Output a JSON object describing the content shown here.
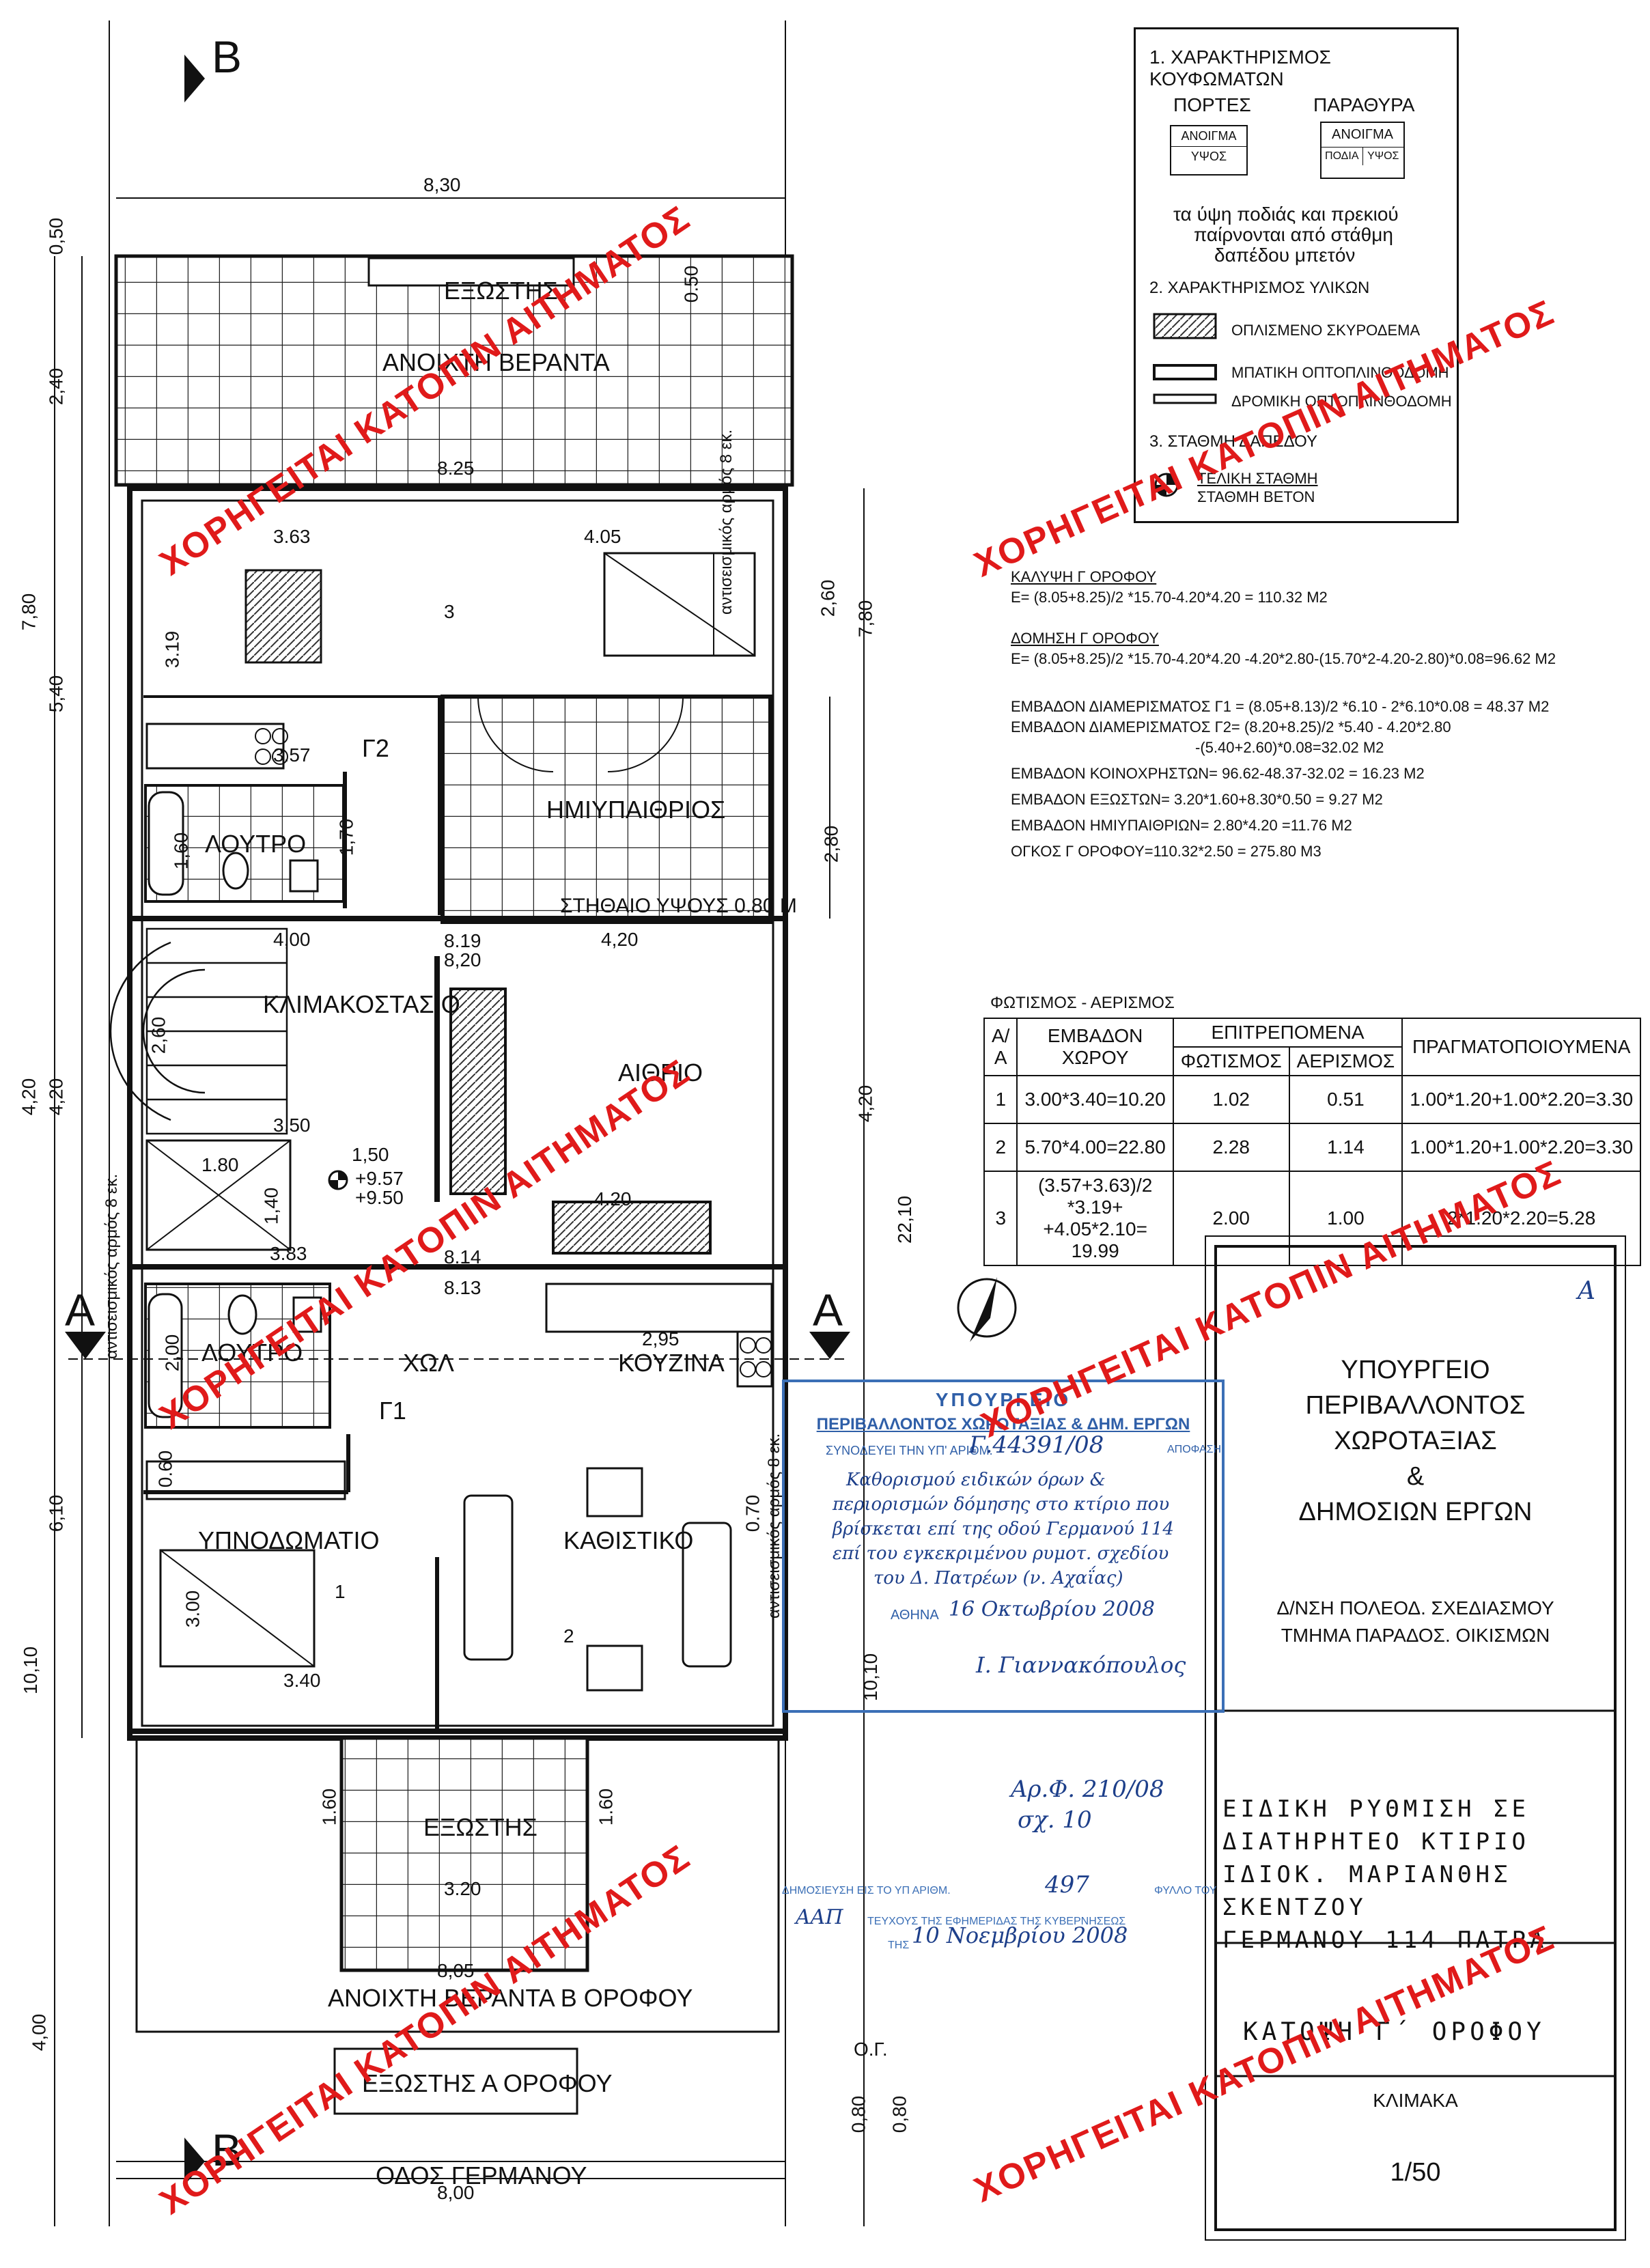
{
  "plan": {
    "section_marks": {
      "top": "B",
      "bottom": "B",
      "left": "A",
      "right": "A"
    },
    "dims": {
      "top_width": "8,30",
      "mid_width": "8,20",
      "bottom_width": "8,05",
      "street_width": "8,00",
      "left_total": "7,80",
      "left_upper": "5,40",
      "left_terrace": "2,40",
      "left_050": "0,50",
      "left_420a": "4,20",
      "left_420b": "4,20",
      "left_610": "6,10",
      "left_1010": "10,10",
      "left_400": "4,00",
      "right_780": "7,80",
      "right_260": "2,60",
      "right_280": "2,80",
      "right_420": "4,20",
      "right_2210": "22,10",
      "right_1010": "10,10",
      "bottom_080a": "0,80",
      "bottom_080b": "0,80",
      "d_363": "3.63",
      "d_405": "4.05",
      "d_825": "8.25",
      "d_319": "3.19",
      "d_357": "3.57",
      "d_160": "1,60",
      "d_170": "1,70",
      "d_400": "4,00",
      "d_420": "4,20",
      "d_819": "8.19",
      "d_260": "2,60",
      "d_350": "3,50",
      "d_180": "1.80",
      "d_150": "1,50",
      "d_140": "1,40",
      "d_383": "3.83",
      "d_814": "8.14",
      "d_813": "8.13",
      "d_295": "2,95",
      "d_420b": "4.20",
      "d_200": "2,00",
      "d_300": "3.00",
      "d_340": "3.40",
      "d_320": "3.20",
      "d_160b": "1.60",
      "d_160c": "1.60",
      "d_060": "0.60",
      "d_070": "0.70",
      "d_050": "0.50"
    },
    "rooms": {
      "exostis_top": "ΕΞΩΣΤΗΣ",
      "anoixti_veranta": "ΑΝΟΙΧΤΗ ΒΕΡΑΝΤΑ",
      "imipaithrios": "ΗΜΙΥΠΑΙΘΡΙΟΣ",
      "sthaio": "ΣΤΗΘΑΙΟ ΥΨΟΥΣ 0.80 Μ",
      "loutro_upper": "ΛΟΥΤΡΟ",
      "g2": "Γ2",
      "klimakostasio": "ΚΛΙΜΑΚΟΣΤΑΣΙΟ",
      "aithrio": "ΑΙΘΡΙΟ",
      "loutro_lower": "ΛΟΥΤΡΟ",
      "hol": "ΧΩΛ",
      "kouzina": "ΚΟΥΖΙΝΑ",
      "g1": "Γ1",
      "ypnodomatio": "ΥΠΝΟΔΩΜΑΤΙΟ",
      "kathistiko": "ΚΑΘΙΣΤΙΚΟ",
      "exostis_bottom": "ΕΞΩΣΤΗΣ",
      "veranta_b": "ΑΝΟΙΧΤΗ ΒΕΡΑΝΤΑ Β ΟΡΟΦΟΥ",
      "exostis_a": "ΕΞΩΣΤΗΣ Α ΟΡΟΦΟΥ",
      "odos": "ΟΔΟΣ ΓΕΡΜΑΝΟΥ",
      "og": "Ο.Γ.",
      "n1": "1",
      "n2": "2",
      "n3": "3"
    },
    "levels": {
      "l1": "+9.57",
      "l2": "+9.50"
    },
    "party_wall": "αντισεισμικός αρμός 8 εκ."
  },
  "legend": {
    "title": "1. ΧΑΡΑΚΤΗΡΙΣΜΟΣ ΚΟΥΦΩΜΑΤΩΝ",
    "doors": "ΠΟΡΤΕΣ",
    "windows": "ΠΑΡΑΘΥΡΑ",
    "opening": "ΑΝΟΙΓΜΑ",
    "height": "ΥΨΟΣ",
    "sill": "ΠΟΔΙΑ",
    "note1": "τα ύψη ποδιάς και πρεκιού",
    "note2": "παίρνονται από στάθμη",
    "note3": "δαπέδου μπετόν",
    "materials_title": "2. ΧΑΡΑΚΤΗΡΙΣΜΟΣ ΥΛΙΚΩΝ",
    "mat1": "ΟΠΛΙΣΜΕΝΟ ΣΚΥΡΟΔΕΜΑ",
    "mat2": "ΜΠΑΤΙΚΗ ΟΠΤΟΠΛΙΝΘΟΔΟΜΗ",
    "mat3": "ΔΡΟΜΙΚΗ ΟΠΤΟΠΛΙΝΘΟΔΟΜΗ",
    "level_title": "3. ΣΤΑΘΜΗ ΔΑΠΕΔΟΥ",
    "level1": "ΤΕΛΙΚΗ ΣΤΑΘΜΗ",
    "level2": "ΣΤΑΘΜΗ ΒΕΤΟΝ"
  },
  "calc": {
    "h1": "ΚΑΛΥΨΗ Γ ΟΡΟΦΟΥ",
    "l1": "Ε= (8.05+8.25)/2 *15.70-4.20*4.20 = 110.32 Μ2",
    "h2": "ΔΟΜΗΣΗ Γ ΟΡΟΦΟΥ",
    "l2": "Ε= (8.05+8.25)/2 *15.70-4.20*4.20 -4.20*2.80-(15.70*2-4.20-2.80)*0.08=96.62 Μ2",
    "l3": "ΕΜΒΑΔΟΝ ΔΙΑΜΕΡΙΣΜΑΤΟΣ Γ1 = (8.05+8.13)/2 *6.10 - 2*6.10*0.08 = 48.37 Μ2",
    "l4": "ΕΜΒΑΔΟΝ ΔΙΑΜΕΡΙΣΜΑΤΟΣ Γ2= (8.20+8.25)/2 *5.40 - 4.20*2.80",
    "l5": "-(5.40+2.60)*0.08=32.02 Μ2",
    "l6": "ΕΜΒΑΔΟΝ ΚΟΙΝΟΧΡΗΣΤΩΝ= 96.62-48.37-32.02 = 16.23 Μ2",
    "l7": "ΕΜΒΑΔΟΝ ΕΞΩΣΤΩΝ= 3.20*1.60+8.30*0.50 = 9.27 Μ2",
    "l8": "ΕΜΒΑΔΟΝ ΗΜΙΥΠΑΙΘΡΙΩΝ= 2.80*4.20 =11.76 Μ2",
    "l9": "ΟΓΚΟΣ Γ ΟΡΟΦΟΥ=110.32*2.50 = 275.80 Μ3"
  },
  "lighting": {
    "title": "ΦΩΤΙΣΜΟΣ - ΑΕΡΙΣΜΟΣ",
    "headers": [
      "Α/Α",
      "ΕΜΒΑΔΟΝ ΧΩΡΟΥ",
      "ΕΠΙΤΡΕΠΟΜΕΝΑ",
      "ΠΡΑΓΜΑΤΟΠΟΙΟΥΜΕΝΑ"
    ],
    "sub": [
      "ΦΩΤΙΣΜΟΣ",
      "ΑΕΡΙΣΜΟΣ"
    ],
    "rows": [
      {
        "n": "1",
        "area": "3.00*3.40=10.20",
        "light": "1.02",
        "air": "0.51",
        "done": "1.00*1.20+1.00*2.20=3.30"
      },
      {
        "n": "2",
        "area": "5.70*4.00=22.80",
        "light": "2.28",
        "air": "1.14",
        "done": "1.00*1.20+1.00*2.20=3.30"
      },
      {
        "n": "3",
        "area": "(3.57+3.63)/2 *3.19+ +4.05*2.10= 19.99",
        "light": "2.00",
        "air": "1.00",
        "done": "2*1.20*2.20=5.28"
      }
    ]
  },
  "titleblock": {
    "corner": "Α",
    "ministry": [
      "ΥΠΟΥΡΓΕΙΟ",
      "ΠΕΡΙΒΑΛΛΟΝΤΟΣ",
      "ΧΩΡΟΤΑΞΙΑΣ",
      "&",
      "ΔΗΜΟΣΙΩΝ ΕΡΓΩΝ"
    ],
    "dept1": "Δ/ΝΣΗ ΠΟΛΕΟΔ. ΣΧΕΔΙΑΣΜΟΥ",
    "dept2": "ΤΜΗΜΑ ΠΑΡΑΔΟΣ. ΟΙΚΙΣΜΩΝ",
    "project": [
      "ΕΙΔΙΚΗ ΡΥΘΜΙΣΗ ΣΕ",
      "ΔΙΑΤΗΡΗΤΕΟ ΚΤΙΡΙΟ",
      "ΙΔΙΟΚ. ΜΑΡΙΑΝΘΗΣ ΣΚΕΝΤΖΟΥ",
      "ΓΕΡΜΑΝΟΥ 114 ΠΑΤΡΑ"
    ],
    "drawing": "ΚΑΤΟΨΗ Γ΄ ΟΡΟΦΟΥ",
    "scale_label": "ΚΛΙΜΑΚΑ",
    "scale": "1/50"
  },
  "stamp": {
    "l1": "ΥΠΟΥΡΓΕΙΟ",
    "l2": "ΠΕΡΙΒΑΛΛΟΝΤΟΣ ΧΩΡΟΤΑΞΙΑΣ & ΔΗΜ. ΕΡΓΩΝ",
    "l3": "ΣΥΝΟΔΕΥΕΙ ΤΗΝ ΥΠ' ΑΡΙΘΜ.",
    "decision_no": "Γ.44391/08",
    "decision_word": "ΑΠΟΦΑΣΗ",
    "hand1": "Καθορισμού ειδικών όρων &",
    "hand2": "περιορισμών δόμησης στο κτίριο που",
    "hand3": "βρίσκεται επί της οδού Γερμανού 114",
    "hand4": "επί του εγκεκριμένου ρυμοτ. σχεδίου",
    "hand5": "του Δ. Πατρέων (ν. Αχαΐας)",
    "athens": "ΑΘΗΝΑ",
    "date": "16 Οκτωβρίου 2008",
    "signer": "Ι. Γιαννακόπουλος"
  },
  "hand_notes": {
    "ref1": "Αρ.Φ. 210/08",
    "ref2": "σχ. 10",
    "gazette_pre": "ΔΗΜΟΣΙΕΥΣΗ ΕΙΣ ΤΟ ΥΠ ΑΡΙΘΜ.",
    "gazette_no": "497",
    "gazette_post": "ΦΥΛΛΟ ΤΟΥ",
    "gazette_series": "ΑΑΠ",
    "gazette_mid": "ΤΕΥΧΟΥΣ ΤΗΣ ΕΦΗΜΕΡΙΔΑΣ ΤΗΣ ΚΥΒΕΡΝΗΣΕΩΣ",
    "gazette_the": "ΤΗΣ",
    "gazette_date": "10 Νοεμβρίου 2008"
  },
  "watermark": "ΧΟΡΗΓΕΙΤΑΙ ΚΑΤΟΠΙΝ ΑΙΤΗΜΑΤΟΣ",
  "colors": {
    "watermark": "#e01a1a",
    "stamp": "#2f5fa8",
    "ink": "#111111"
  }
}
